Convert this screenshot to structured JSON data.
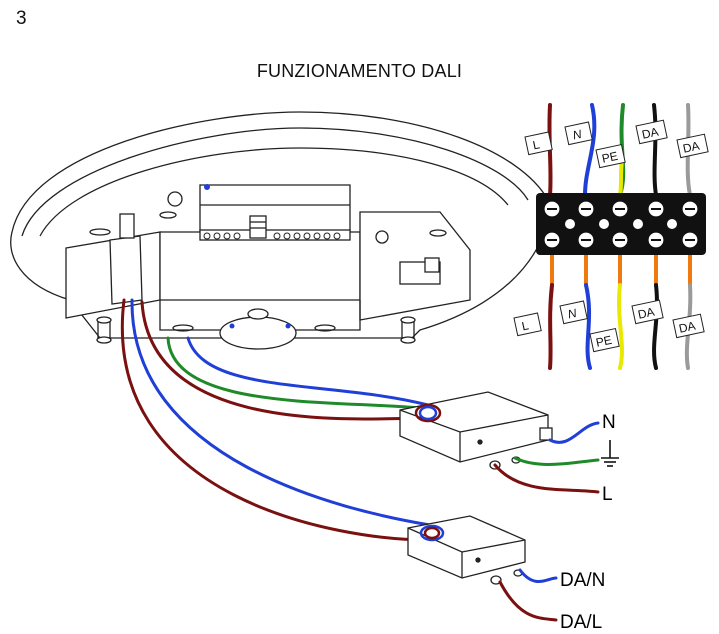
{
  "page_number": "3",
  "title": "FUNZIONAMENTO DALI",
  "terminal_block": {
    "top_tags": [
      "L",
      "N",
      "PE",
      "DA",
      "DA"
    ],
    "bottom_tags": [
      "L",
      "N",
      "PE",
      "DA",
      "DA"
    ]
  },
  "connector_1": {
    "outputs": [
      "N",
      "L"
    ]
  },
  "connector_2": {
    "outputs": [
      "DA/N",
      "DA/L"
    ]
  },
  "colors": {
    "live": "#7a1010",
    "neutral": "#1f3fd6",
    "earth": "#1f8a2a",
    "earth_stripe": "#e8e800",
    "dali": "#111111",
    "dali_alt": "#9a9a9a",
    "sleeve": "#f07a10"
  },
  "icons": [
    "ground-symbol-icon"
  ]
}
